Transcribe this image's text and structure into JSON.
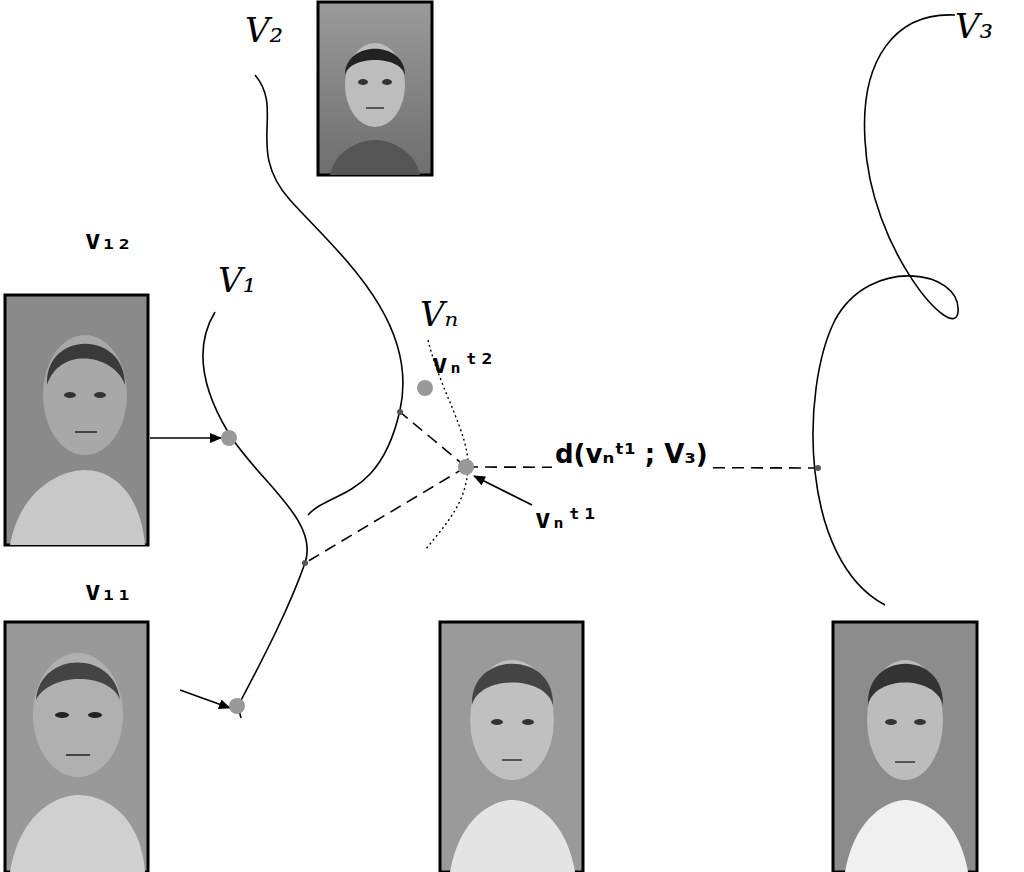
{
  "diagram": {
    "labels": [
      "V₂",
      "v₁₂",
      "V₁",
      "Vₙ",
      "vₙᵗ²",
      "d(vₙᵗ¹ ; V₃)",
      "vₙᵗ¹",
      "v₁₁",
      "V₃"
    ]
  }
}
